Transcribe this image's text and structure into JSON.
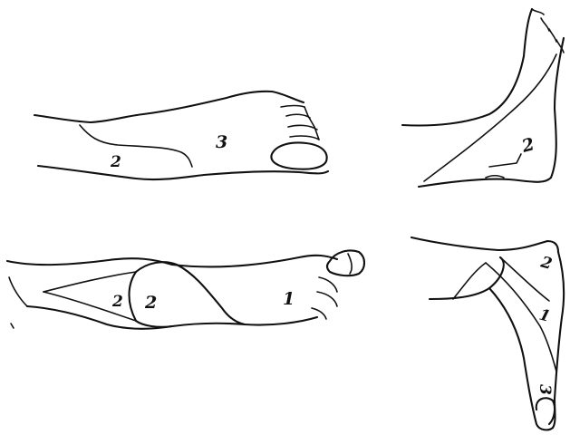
{
  "figures": {
    "top_left": {
      "labels": [
        "2",
        "3"
      ]
    },
    "top_right": {
      "labels": [
        "2"
      ]
    },
    "bottom_left": {
      "labels": [
        "2",
        "2",
        "1"
      ]
    },
    "bottom_right": {
      "labels": [
        "2",
        "1",
        "3"
      ]
    }
  },
  "colors": {
    "ink": "#111111",
    "paper": "#ffffff"
  }
}
